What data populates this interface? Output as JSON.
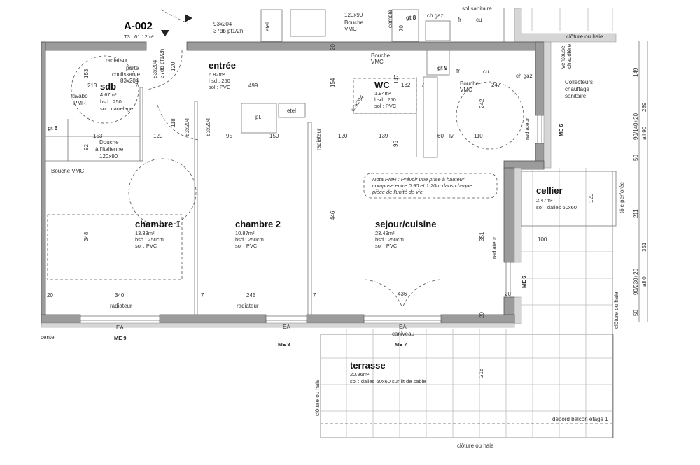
{
  "header": {
    "unit_id": "A-002",
    "unit_type_area": "T3 : 61.12m²"
  },
  "rooms": [
    {
      "name": "entrée",
      "area": "6.82m²",
      "hsd": "hsd : 250",
      "sol": "sol : PVC"
    },
    {
      "name": "sdb",
      "area": "4.67m²",
      "hsd": "hsd : 250",
      "sol": "sol : carrelage"
    },
    {
      "name": "WC",
      "area": "1.94m²",
      "hsd": "hsd : 250",
      "sol": "sol : PVC"
    },
    {
      "name": "chambre 1",
      "area": "13.33m²",
      "hsd": "hsd : 250cm",
      "sol": "sol : PVC"
    },
    {
      "name": "chambre 2",
      "area": "10.87m²",
      "hsd": "hsd : 250cm",
      "sol": "sol : PVC"
    },
    {
      "name": "sejour/cuisine",
      "area": "23.49m²",
      "hsd": "hsd : 250cm",
      "sol": "sol : PVC"
    },
    {
      "name": "cellier",
      "area": "2.47m²",
      "sol": "sol : dalles 60x60"
    },
    {
      "name": "terrasse",
      "area": "20.86m²",
      "sol": "sol : dalles 60x60 sur lit de sable"
    }
  ],
  "note": [
    "Nota PMR : Prévoir une prise à hauteur",
    "comprise entre 0.90 et 1.20m dans chaque",
    "pièce de l'unité de vie"
  ],
  "labels": {
    "door_main_1": "93x204",
    "door_main_2": "37db pf1/2h",
    "door_entry_1": "83x204",
    "door_entry_2": "37db pf1/2h",
    "radiateur": "radiateur",
    "porte": "porte",
    "coulissante": "coulissante",
    "porte_size": "83x204",
    "lavabo": "lavabo",
    "pmr": "PMR",
    "gt6": "gt 6",
    "gt8": "gt 8",
    "gt9": "gt 9",
    "douche": "Douche",
    "italienne": "à l'Italienne",
    "douche_size": "120x90",
    "douche_top_size": "120x90",
    "bouche_vmc": "Bouche VMC",
    "bouche": "Bouche",
    "vmc": "VMC",
    "pl": "pl.",
    "etel": "etel",
    "ch_gaz": "ch gaz",
    "fr": "fr",
    "cu": "cu",
    "lv": "lv",
    "ventouse": "ventouse",
    "chaudiere": "chaudière",
    "collecteurs": "Collecteurs",
    "chauffage": "chauffage",
    "sanitaire": "sanitaire",
    "cloture": "clôture ou haie",
    "tole": "tôle perforée",
    "debord": "débord balcon étage 1",
    "ea": "EA",
    "caniveau": "caniveau",
    "comble": "comble",
    "door_83": "83x204",
    "door_80": "80x204",
    "sanitaire_top": "sol sanitaire",
    "cente": "cente"
  },
  "windows": [
    "ME 9",
    "ME 8",
    "ME 7",
    "ME 6",
    "ME 6"
  ],
  "dimensions": {
    "d153a": "153",
    "d213": "213",
    "d7a": "7",
    "d120a": "120",
    "d118": "118",
    "d499": "499",
    "d154": "154",
    "d20top": "20",
    "d147": "147",
    "d132": "132",
    "d7b": "7",
    "d247": "247",
    "d242": "242",
    "d153b": "153",
    "d92": "92",
    "d120b": "120",
    "d95a": "95",
    "d150": "150",
    "d120c": "120",
    "d139": "139",
    "d60": "60",
    "d110": "110",
    "d95b": "95",
    "d348": "348",
    "d446": "446",
    "d351": "351",
    "d20a": "20",
    "d340": "340",
    "d245": "245",
    "d436": "436",
    "d20b": "20",
    "d20c": "20",
    "d100": "100",
    "d120cel": "120",
    "d7c": "7",
    "d7d": "7",
    "d70": "70",
    "d218": "218",
    "r149": "149",
    "r289": "289",
    "r90140": "90/140+20",
    "rall90": "all 90",
    "r50a": "50",
    "r211": "211",
    "r351": "351",
    "r90230": "90/230+20",
    "rall0": "all 0",
    "r50b": "50"
  }
}
